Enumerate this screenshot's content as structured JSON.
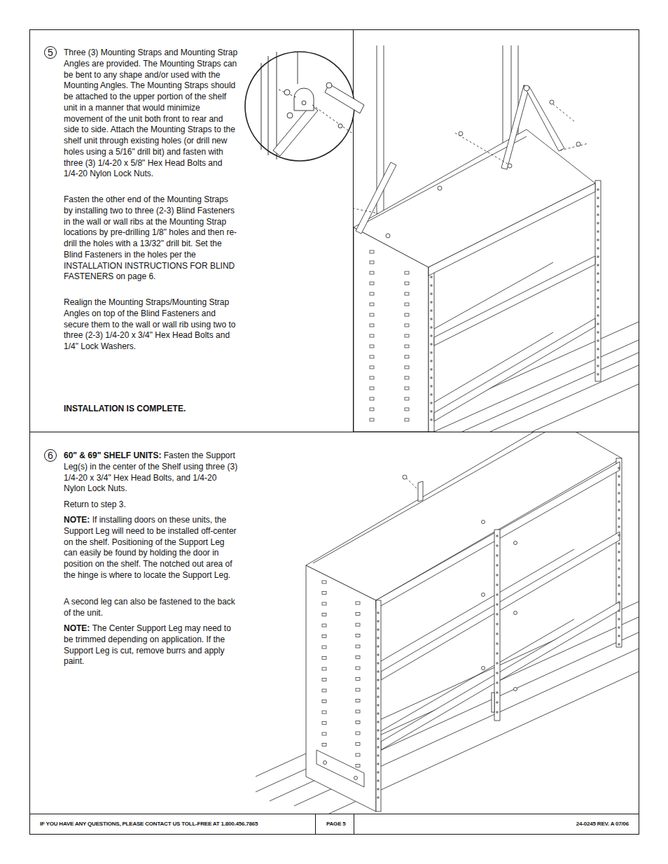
{
  "diagram": {
    "nodes": [
      {
        "text": [
          "5"
        ]
      },
      {
        "text": [
          "6"
        ]
      }
    ],
    "labels": [
      "Three (3) Mounting Straps and Mounting Strap Angles are provided. The Mounting Straps can be bent to any shape and/or used with the Mounting Angles. The Mounting Straps should be attached to the upper portion of the shelf unit in a manner that would minimize movement of the unit both front to rear and side to side. Attach the Mounting Straps to the shelf unit through existing holes (or drill new holes using a 5/16\" drill bit) and fasten with three (3) 1/4-20 x 5/8\" Hex Head Bolts and 1/4-20 Nylon Lock Nuts.",
      "Fasten the other end of the Mounting Straps by installing two to three (2-3) Blind Fasteners in the wall or wall ribs at the Mounting Strap locations by pre-drilling 1/8\" holes and then re-drill the holes with a 13/32\" drill bit. Set the Blind Fasteners in the holes per the INSTALLATION INSTRUCTIONS FOR BLIND FASTENERS on page 6.",
      "Realign the Mounting Straps/Mounting Strap Angles on top of the Blind Fasteners and secure them to the wall or wall rib using two to three (2-3) 1/4-20 x 3/4\" Hex Head Bolts and 1/4\" Lock Washers.",
      "INSTALLATION IS COMPLETE.",
      "60\" & 69\" SHELF UNITS:",
      "Fasten the Support Leg(s) in the center of the Shelf using three (3) 1/4-20 x 3/4\" Hex Head Bolts, and 1/4-20 Nylon Lock Nuts.",
      "Return to step 3.",
      "NOTE:",
      "If installing doors on these units, the Support Leg will need to be installed off-center on the shelf. Positioning of the Support Leg can easily be found by holding the door in position on the shelf. The notched out area of the hinge is where to locate the Support Leg.",
      "A second leg can also be fastened to the back of the unit.",
      "NOTE:",
      "The Center Support Leg may need to be trimmed depending on application. If the Support Leg is cut, remove burrs and apply paint.",
      "IF YOU HAVE ANY QUESTIONS, PLEASE CONTACT US TOLL-FREE AT 1.800.456.7865",
      "PAGE 5",
      "24-0245 REV. A 07/06"
    ]
  }
}
